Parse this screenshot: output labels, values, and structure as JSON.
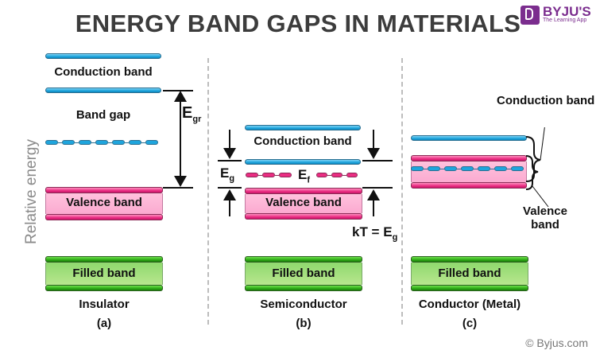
{
  "title": "ENERGY BAND GAPS IN MATERIALS",
  "logo": {
    "name": "BYJU'S",
    "tagline": "The Learning App",
    "color": "#7b2d8e"
  },
  "y_axis_label": "Relative energy",
  "colors": {
    "conduction_band": "#1fa5dd",
    "valence_band": "#ea2d82",
    "filled_band": "#2eaa16",
    "title": "#3c3c3c"
  },
  "panels": [
    {
      "id": "a",
      "material": "Insulator",
      "letter": "(a)",
      "conduction_label": "Conduction band",
      "gap_label": "Band gap",
      "gap_symbol": "E",
      "gap_subscript": "gr",
      "valence_label": "Valence band",
      "filled_label": "Filled band"
    },
    {
      "id": "b",
      "material": "Semiconductor",
      "letter": "(b)",
      "conduction_label": "Conduction band",
      "gap_symbol": "E",
      "gap_subscript": "g",
      "fermi_symbol": "E",
      "fermi_subscript": "f",
      "valence_label": "Valence band",
      "filled_label": "Filled band",
      "relation_prefix": "kT = E",
      "relation_subscript": "g"
    },
    {
      "id": "c",
      "material": "Conductor (Metal)",
      "letter": "(c)",
      "conduction_label": "Conduction band",
      "valence_label": "Valence band",
      "filled_label": "Filled band"
    }
  ],
  "copyright": "© Byjus.com"
}
